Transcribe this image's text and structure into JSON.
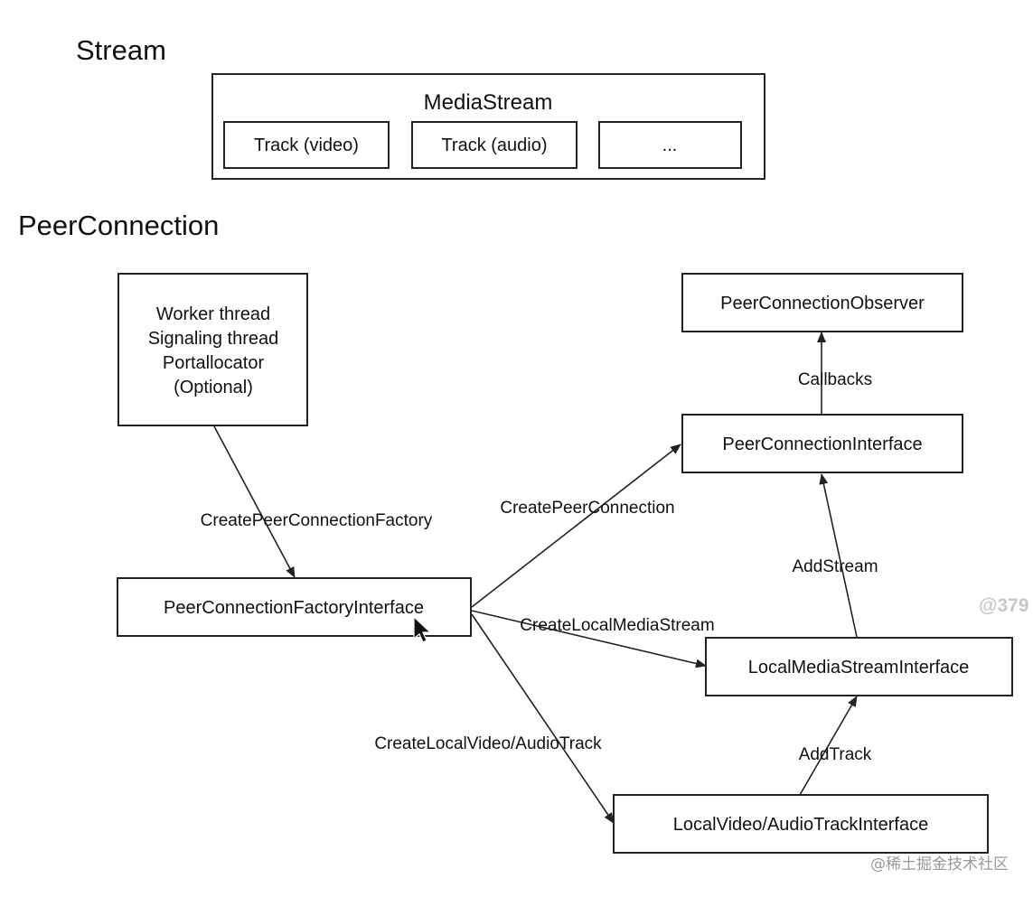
{
  "stream": {
    "heading": "Stream",
    "container_title": "MediaStream",
    "tracks": [
      "Track (video)",
      "Track (audio)",
      "..."
    ]
  },
  "peer_connection": {
    "heading": "PeerConnection",
    "nodes": {
      "threads": [
        "Worker thread",
        "Signaling thread",
        "Portallocator",
        "(Optional)"
      ],
      "factory": "PeerConnectionFactoryInterface",
      "observer": "PeerConnectionObserver",
      "pc_interface": "PeerConnectionInterface",
      "local_stream": "LocalMediaStreamInterface",
      "local_track": "LocalVideo/AudioTrackInterface"
    },
    "edges": {
      "create_factory": "CreatePeerConnectionFactory",
      "create_pc": "CreatePeerConnection",
      "create_stream": "CreateLocalMediaStream",
      "create_track": "CreateLocalVideo/AudioTrack",
      "callbacks": "Callbacks",
      "add_stream": "AddStream",
      "add_track": "AddTrack"
    }
  },
  "watermarks": {
    "right": "@379",
    "bottom": "@稀土掘金技术社区"
  }
}
